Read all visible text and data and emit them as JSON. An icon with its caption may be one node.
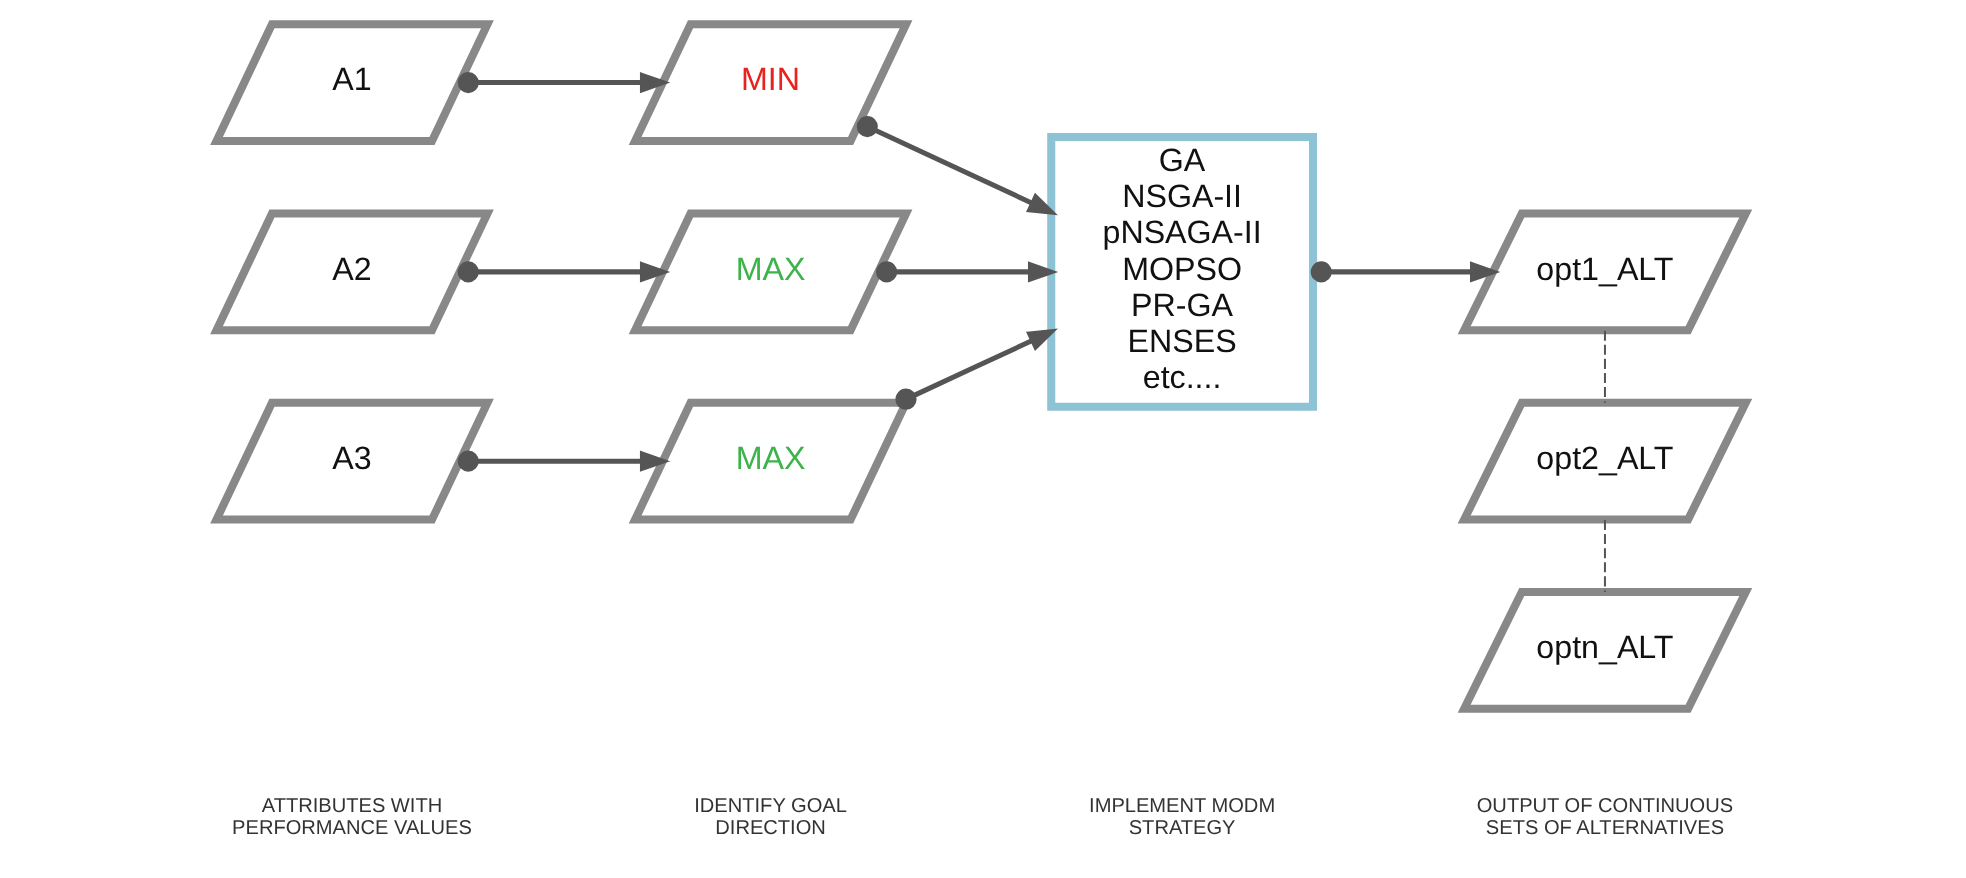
{
  "diagram": {
    "nodes": [
      {
        "text": [
          "A1"
        ]
      },
      {
        "text": [
          "MIN"
        ]
      },
      {
        "text": [
          "A2"
        ]
      },
      {
        "text": [
          "MAX"
        ]
      },
      {
        "text": [
          "A3"
        ]
      },
      {
        "text": [
          "MAX"
        ]
      },
      {
        "text": [
          "GA NSGA-II pNSAGA-II MOPSO PR-GA ENSES etc...."
        ]
      },
      {
        "text": [
          "opt1_ALT"
        ]
      },
      {
        "text": [
          "opt2_ALT"
        ]
      },
      {
        "text": [
          "optn_ALT"
        ]
      }
    ],
    "edges": [
      {
        "from": 0,
        "to": 1,
        "arrow": "to"
      },
      {
        "from": 2,
        "to": 3,
        "arrow": "to"
      },
      {
        "from": 4,
        "to": 5,
        "arrow": "to"
      },
      {
        "from": 1,
        "to": 6,
        "arrow": "to"
      },
      {
        "from": 3,
        "to": 6,
        "arrow": "to"
      },
      {
        "from": 5,
        "to": 6,
        "arrow": "to"
      },
      {
        "from": 6,
        "to": 7,
        "arrow": "to"
      },
      {
        "from": 7,
        "to": 8,
        "arrow": "none",
        "style": "dashed"
      },
      {
        "from": 8,
        "to": 9,
        "arrow": "none",
        "style": "dashed"
      }
    ],
    "labels": [
      "ATTRIBUTES WITH PERFORMANCE VALUES",
      "IDENTIFY GOAL DIRECTION",
      "IMPLEMENT MODM STRATEGY",
      "OUTPUT OF CONTINUOUS SETS OF ALTERNATIVES"
    ]
  }
}
